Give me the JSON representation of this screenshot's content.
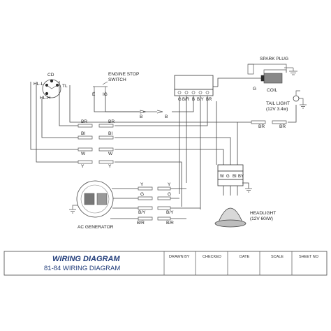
{
  "components": {
    "spark_plug": "SPARK PLUG",
    "coil": "COIL",
    "engine_stop_switch_line1": "ENGINE STOP",
    "engine_stop_switch_line2": "SWITCH",
    "tail_light_line1": "TAIL LIGHT",
    "tail_light_line2": "(12V 3.4w)",
    "headlight_line1": "HEADLIGHT",
    "headlight_line2": "(12V 60/W)",
    "ac_generator": "AC GENERATOR"
  },
  "terminals": {
    "cd": "CD",
    "hl_l": "HL-L",
    "tl": "TL",
    "hl_h": "HL-H",
    "e": "E",
    "ig": "IG",
    "g_coil": "G",
    "block_top": [
      "G",
      "B/R",
      "B",
      "B/Y",
      "BR"
    ],
    "headlight_conn": [
      "W",
      "G",
      "BI",
      "BY"
    ]
  },
  "wire_labels": {
    "b": "B",
    "br": "BR",
    "bi": "BI",
    "w": "W",
    "y": "Y",
    "g": "G",
    "by": "B/Y",
    "bbr": "B/R"
  },
  "title_block": {
    "title": "WIRING DIAGRAM",
    "subtitle": "81-84 WIRING DIAGRAM",
    "headers": [
      "DRAWN BY",
      "CHECKED",
      "DATE",
      "SCALE",
      "SHEET NO"
    ]
  }
}
